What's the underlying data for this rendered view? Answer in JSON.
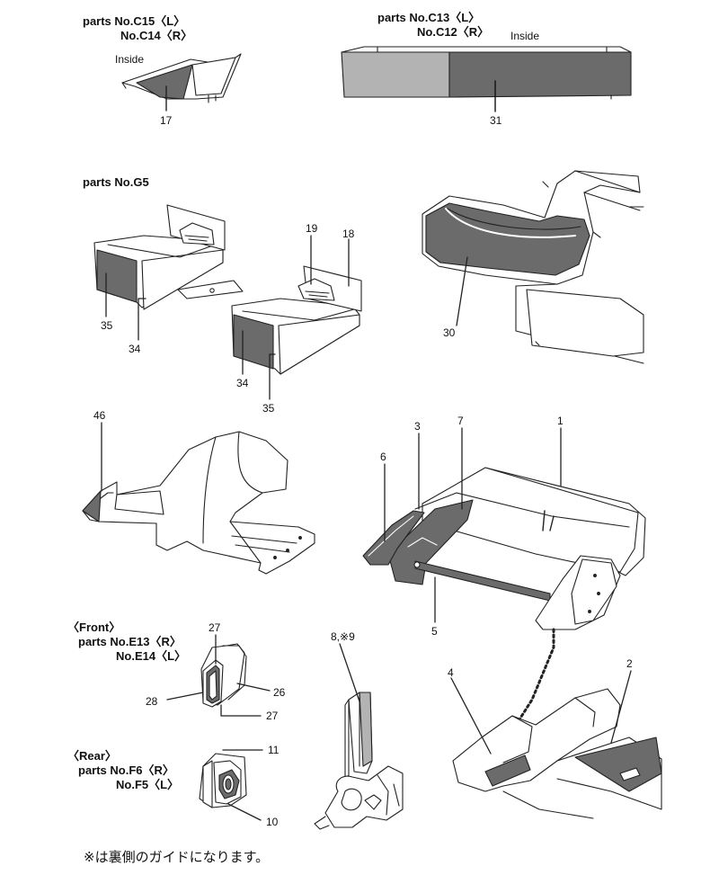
{
  "sections": {
    "c15": {
      "line1": "parts No.C15〈L〉",
      "line2": "No.C14〈R〉",
      "inside": "Inside",
      "callouts": [
        "17"
      ]
    },
    "c13": {
      "line1": "parts No.C13〈L〉",
      "line2": "No.C12〈R〉",
      "inside": "Inside",
      "callouts": [
        "31"
      ]
    },
    "g5": {
      "title": "parts No.G5",
      "callouts": [
        "19",
        "18",
        "35",
        "34",
        "34",
        "35"
      ]
    },
    "body": {
      "callouts": [
        "30"
      ]
    },
    "nose": {
      "callouts": [
        "46"
      ]
    },
    "rear_wing": {
      "callouts": [
        "6",
        "3",
        "7",
        "1",
        "5"
      ]
    },
    "front": {
      "title": "〈Front〉",
      "line1": "parts No.E13〈R〉",
      "line2": "No.E14〈L〉",
      "callouts": [
        "27",
        "28",
        "26",
        "27"
      ]
    },
    "rear": {
      "title": "〈Rear〉",
      "line1": "parts No.F6〈R〉",
      "line2": "No.F5〈L〉",
      "callouts": [
        "11",
        "10"
      ]
    },
    "gearbox": {
      "callouts": [
        "8,※9"
      ]
    },
    "diffuser": {
      "callouts": [
        "4",
        "2"
      ]
    }
  },
  "footnote": "※は裏側のガイドになります。",
  "colors": {
    "line": "#222222",
    "dark_fill": "#6b6b6b",
    "light_fill": "#b3b3b3",
    "paper": "#ffffff"
  }
}
